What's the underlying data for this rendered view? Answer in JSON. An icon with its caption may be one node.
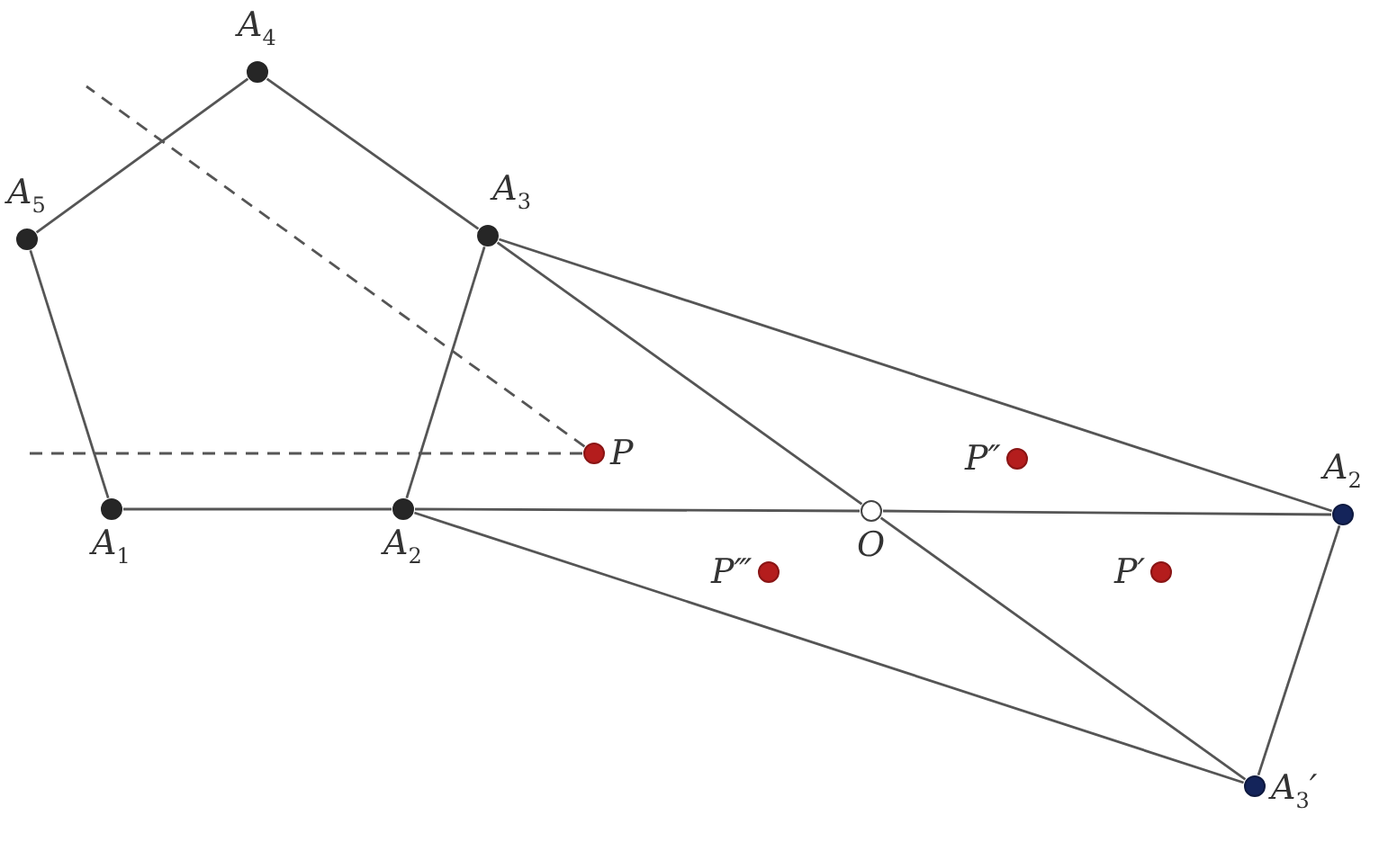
{
  "diagram": {
    "nodes": [
      {
        "text": [
          "A$_{4}$"
        ]
      },
      {
        "text": [
          "A$_{5}$"
        ]
      },
      {
        "text": [
          "A$_{3}$"
        ]
      },
      {
        "text": [
          "A$_{1}$"
        ]
      },
      {
        "text": [
          "A$_{2}$"
        ]
      },
      {
        "text": [
          "P"
        ]
      },
      {
        "text": [
          "O"
        ]
      },
      {
        "text": [
          "P″"
        ]
      },
      {
        "text": [
          "A$_{2}$"
        ]
      },
      {
        "text": [
          "P‴"
        ]
      },
      {
        "text": [
          "P′"
        ]
      },
      {
        "text": [
          "A$_{3}$′"
        ]
      }
    ],
    "edges": [
      {
        "from": 3,
        "to": 1,
        "arrow": "none"
      },
      {
        "from": 1,
        "to": 0,
        "arrow": "none"
      },
      {
        "from": 0,
        "to": 2,
        "arrow": "none"
      },
      {
        "from": 2,
        "to": 4,
        "arrow": "none"
      },
      {
        "from": 3,
        "to": 4,
        "arrow": "none"
      },
      {
        "from": 4,
        "to": 6,
        "arrow": "none"
      },
      {
        "from": 6,
        "to": 8,
        "arrow": "none"
      },
      {
        "from": 2,
        "to": 6,
        "arrow": "none"
      },
      {
        "from": 6,
        "to": 11,
        "arrow": "none"
      },
      {
        "from": 2,
        "to": 8,
        "arrow": "none"
      },
      {
        "from": 4,
        "to": 11,
        "arrow": "none"
      },
      {
        "from": 8,
        "to": 11,
        "arrow": "none"
      },
      {
        "from": 5,
        "to": null,
        "arrow": "none",
        "style": "dashed"
      },
      {
        "from": 5,
        "to": null,
        "arrow": "none",
        "style": "dashed"
      }
    ]
  }
}
